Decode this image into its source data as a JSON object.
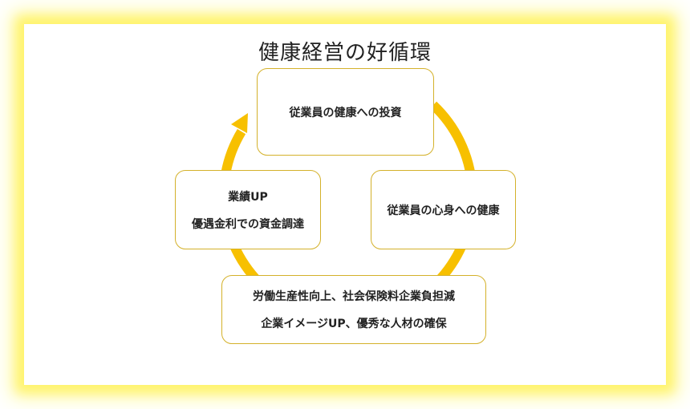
{
  "diagram": {
    "title": "健康経営の好循環",
    "colors": {
      "arrow": "#f7c000",
      "box_border": "#d4b12a",
      "glow": "#fff36a"
    },
    "nodes": {
      "top": {
        "text": "従業員の健康への投資"
      },
      "right": {
        "text": "従業員の心身への健康"
      },
      "bottom": {
        "line1": "労働生産性向上、社会保険料企業負担減",
        "line2": "企業イメージUP、優秀な人材の確保"
      },
      "left": {
        "line1": "業績UP",
        "line2": "優遇金利での資金調達"
      }
    }
  }
}
